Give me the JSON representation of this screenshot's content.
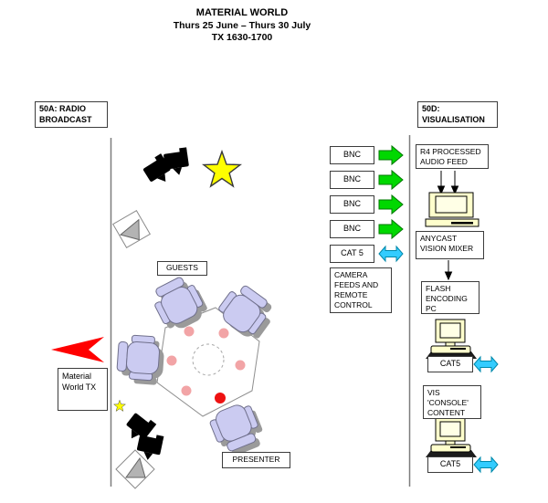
{
  "title": {
    "show": "MATERIAL WORLD",
    "dates": "Thurs 25 June – Thurs 30 July",
    "tx_time": "TX 1630-1700"
  },
  "zone_headers": {
    "left": "50A: RADIO BROADCAST",
    "right": "50D: VISUALISATION"
  },
  "stage": {
    "guests_label": "GUESTS",
    "presenter_label": "PRESENTER",
    "tx_feed_label": "Material World TX"
  },
  "io_panel": {
    "rows": [
      {
        "label": "BNC",
        "arrow": "green-right"
      },
      {
        "label": "BNC",
        "arrow": "green-right"
      },
      {
        "label": "BNC",
        "arrow": "green-right"
      },
      {
        "label": "BNC",
        "arrow": "green-right"
      },
      {
        "label": "CAT 5",
        "arrow": "cyan-both"
      }
    ],
    "note": "CAMERA FEEDS AND REMOTE CONTROL"
  },
  "vis_chain": {
    "audio_feed": "R4 PROCESSED AUDIO FEED",
    "mixer": "ANYCAST VISION MIXER",
    "encoder": "FLASH ENCODING PC",
    "cat5_a": "CAT5",
    "console": "VIS 'CONSOLE' CONTENT",
    "cat5_b": "CAT5"
  },
  "colors": {
    "green-arrow": "#00D800",
    "cyan-arrow": "#33CCFF",
    "red": "#FF0000",
    "dot-red": "#EE1111",
    "dot-pink": "#F2A4A6",
    "star-yellow": "#FFFF00",
    "chair": "#CBCBF1",
    "computer-beige": "#FFFFCC"
  }
}
